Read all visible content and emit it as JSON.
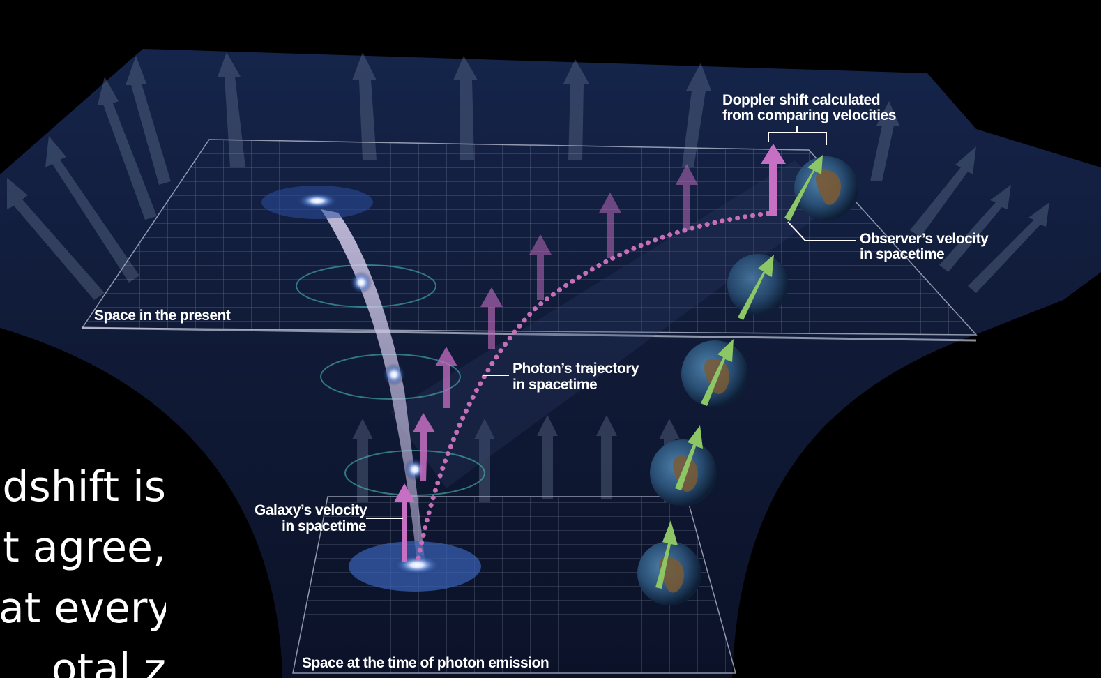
{
  "labels": {
    "doppler_line1": "Doppler shift calculated",
    "doppler_line2": "from comparing velocities",
    "observer_line1": "Observer’s velocity",
    "observer_line2": "in spacetime",
    "space_present": "Space in the present",
    "photon_line1": "Photon’s trajectory",
    "photon_line2": "in spacetime",
    "galaxy_line1": "Galaxy’s velocity",
    "galaxy_line2": "in spacetime",
    "space_emission": "Space at the time of photon emission"
  },
  "caption": {
    "line1": "dshift is",
    "line2": "t agree,",
    "line3": "at every",
    "line4": "otal z"
  },
  "colors": {
    "background": "#000000",
    "spacetime": "#14213f",
    "galaxy_velocity": "#c76fc2",
    "observer_velocity": "#8cc665",
    "grid": "#9aa2b8"
  }
}
